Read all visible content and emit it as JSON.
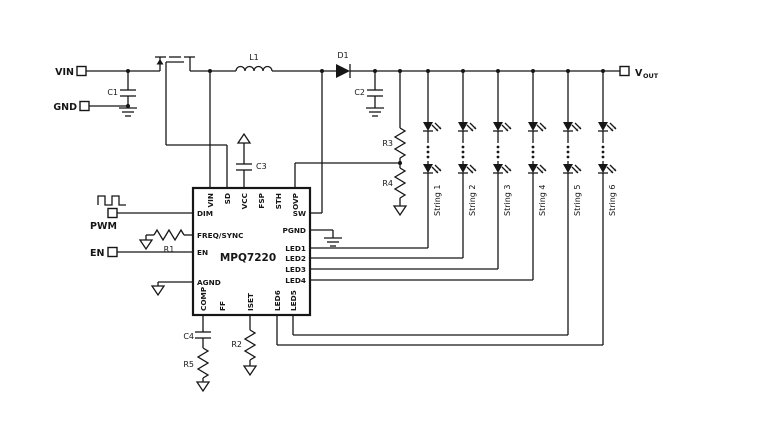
{
  "terminals": {
    "vin": "VIN",
    "gnd": "GND",
    "pwm": "PWM",
    "en": "EN",
    "vout_main": "V",
    "vout_sub": "OUT"
  },
  "components": {
    "c1": "C1",
    "c2": "C2",
    "c3": "C3",
    "c4": "C4",
    "r1": "R1",
    "r2": "R2",
    "r3": "R3",
    "r4": "R4",
    "r5": "R5",
    "l1": "L1",
    "d1": "D1"
  },
  "ic": {
    "name": "MPQ7220",
    "pins_left": [
      "DIM",
      "FREQ/SYNC",
      "EN",
      "AGND"
    ],
    "pins_top": [
      "VIN",
      "SD",
      "VCC",
      "FSP",
      "STH",
      "OVP"
    ],
    "pins_right": [
      "SW",
      "PGND",
      "LED1",
      "LED2",
      "LED3",
      "LED4"
    ],
    "pins_bottom": [
      "COMP",
      "FF",
      "ISET",
      "LED6",
      "LED5"
    ]
  },
  "led_strings": [
    "String 1",
    "String 2",
    "String 3",
    "String 4",
    "String 5",
    "String 6"
  ]
}
